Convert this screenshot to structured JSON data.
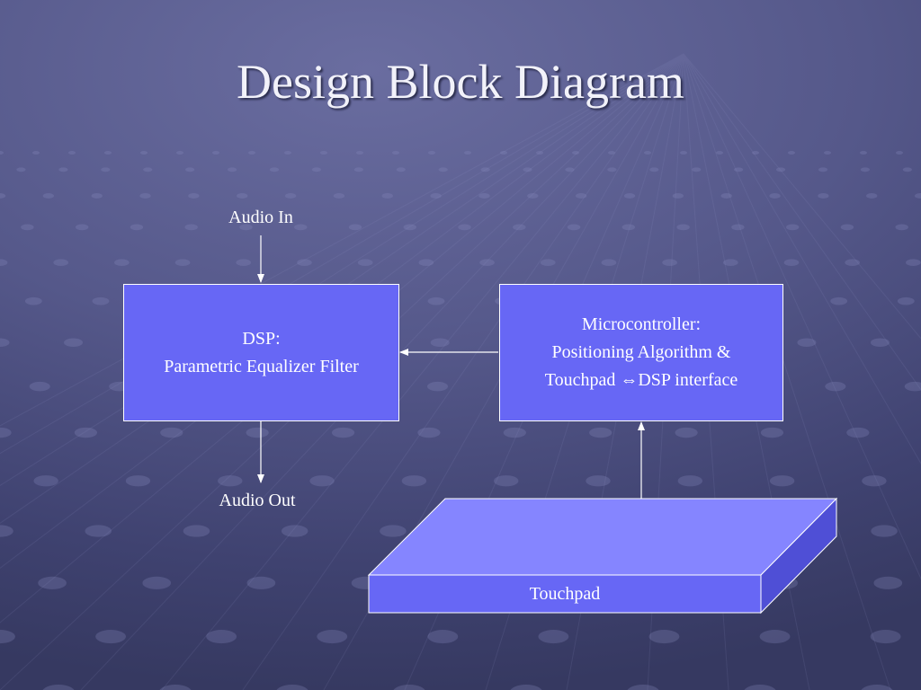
{
  "slide": {
    "title": "Design Block Diagram"
  },
  "diagram": {
    "audio_in_label": "Audio In",
    "audio_out_label": "Audio Out",
    "dsp_box": {
      "line1": "DSP:",
      "line2": "Parametric Equalizer Filter"
    },
    "mcu_box": {
      "line1": "Microcontroller:",
      "line2": "Positioning Algorithm &",
      "line3": "Touchpad ⇔DSP interface"
    },
    "touchpad_label": "Touchpad"
  },
  "colors": {
    "box_fill": "#6767f5",
    "touchpad_top": "#8585ff",
    "touchpad_side": "#4f4fd6",
    "line": "#ffffff"
  }
}
